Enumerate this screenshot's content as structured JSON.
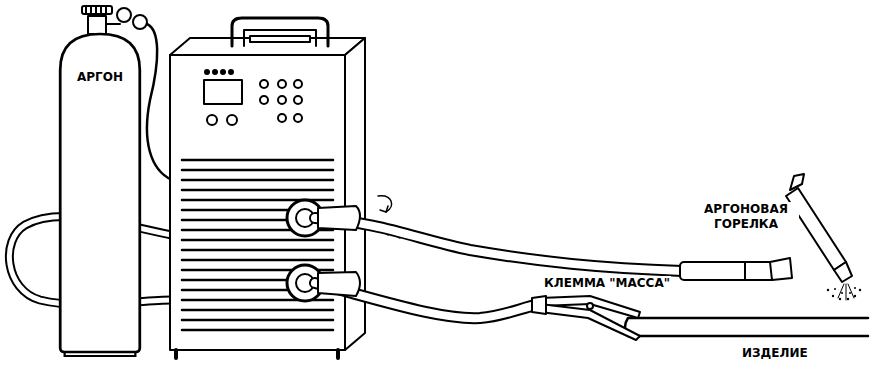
{
  "diagram": {
    "nodes": [
      {
        "text": [
          "АРГОН"
        ]
      }
    ],
    "labels": [
      "АРГОНОВАЯ ГОРЕЛКА",
      "КЛЕММА \"МАССА\"",
      "ИЗДЕЛИЕ"
    ]
  }
}
